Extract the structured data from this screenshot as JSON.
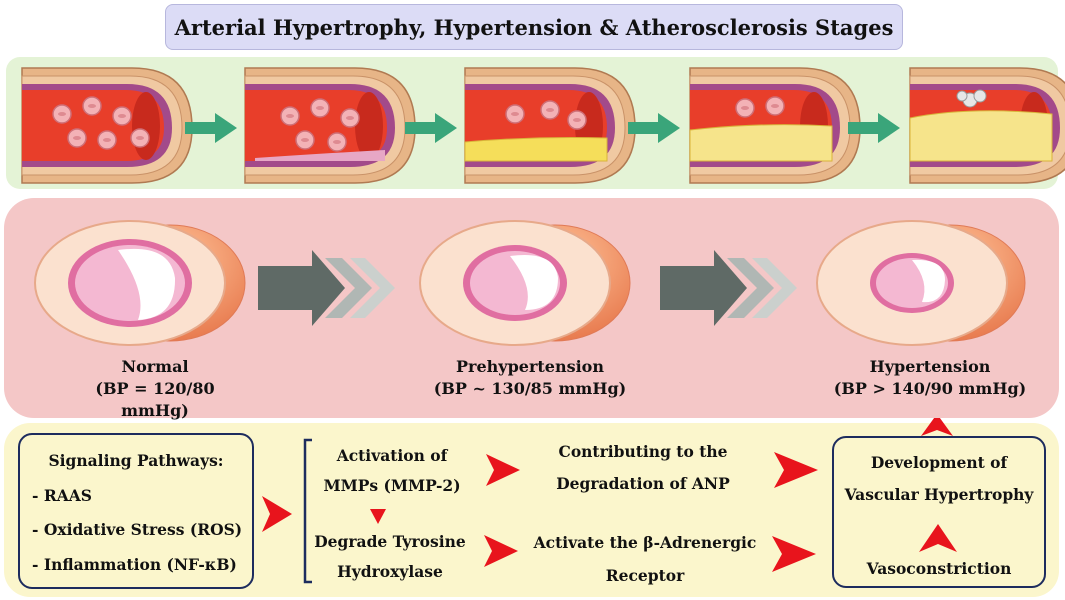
{
  "title": "Arterial Hypertrophy, Hypertension & Atherosclerosis Stages",
  "stages": [
    {
      "name": "Normal",
      "bp": "(BP = 120/80 mmHg)"
    },
    {
      "name": "Prehypertension",
      "bp": "(BP ~ 130/85 mmHg)"
    },
    {
      "name": "Hypertension",
      "bp": "(BP > 140/90 mmHg)"
    }
  ],
  "signaling": {
    "heading": "Signaling Pathways:",
    "items": [
      "- RAAS",
      "- Oxidative Stress (ROS)",
      "- Inflammation (NF-κB)"
    ]
  },
  "flow": {
    "mmp_line1": "Activation of",
    "mmp_line2": "MMPs (MMP-2)",
    "tyro_line1": "Degrade Tyrosine",
    "tyro_line2": "Hydroxylase",
    "anp_line1": "Contributing to the",
    "anp_line2": "Degradation of ANP",
    "beta_line1": "Activate the β-Adrenergic",
    "beta_line2": "Receptor"
  },
  "outcome": {
    "line1": "Development of",
    "line2": "Vascular Hypertrophy",
    "vaso": "Vasoconstriction"
  },
  "colors": {
    "arrow_red": "#e8141c",
    "arrow_green": "#3aa57a",
    "arrow_gray": "#5f6a66",
    "box_border": "#1d2c5e"
  }
}
